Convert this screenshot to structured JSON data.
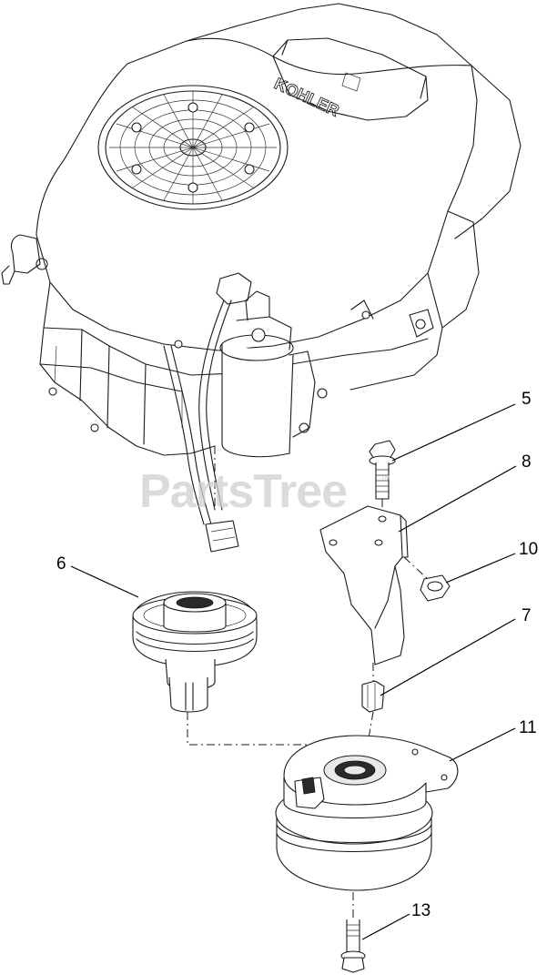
{
  "watermark": {
    "text": "PartsTree",
    "trademark": "™"
  },
  "engine": {
    "logo_text": "KOHLER"
  },
  "callouts": [
    {
      "id": "callout-5",
      "label": "5"
    },
    {
      "id": "callout-8",
      "label": "8"
    },
    {
      "id": "callout-10",
      "label": "10"
    },
    {
      "id": "callout-6",
      "label": "6"
    },
    {
      "id": "callout-7",
      "label": "7"
    },
    {
      "id": "callout-11",
      "label": "11"
    },
    {
      "id": "callout-13",
      "label": "13"
    }
  ]
}
